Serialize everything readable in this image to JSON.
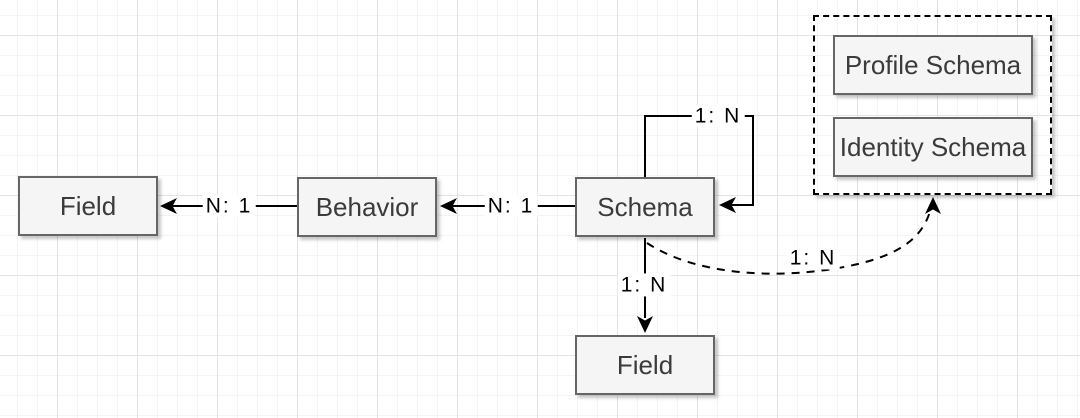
{
  "diagram": {
    "type": "entity-relationship-diagram",
    "nodes": {
      "field_left": {
        "label": "Field"
      },
      "behavior": {
        "label": "Behavior"
      },
      "schema": {
        "label": "Schema"
      },
      "field_bottom": {
        "label": "Field"
      },
      "profile_schema": {
        "label": "Profile Schema"
      },
      "identity_schema": {
        "label": "Identity Schema"
      },
      "schema_group": {
        "label": ""
      }
    },
    "edges": {
      "behavior_to_field": {
        "label": "N: 1",
        "from": "Behavior",
        "to": "Field",
        "style": "solid"
      },
      "schema_to_behavior": {
        "label": "N: 1",
        "from": "Schema",
        "to": "Behavior",
        "style": "solid"
      },
      "schema_self_loop": {
        "label": "1: N",
        "from": "Schema",
        "to": "Schema",
        "style": "solid"
      },
      "schema_to_field": {
        "label": "1: N",
        "from": "Schema",
        "to": "Field",
        "style": "solid"
      },
      "schema_to_group": {
        "label": "1: N",
        "from": "Schema",
        "to": "schema-group",
        "style": "dashed-curve"
      }
    },
    "colors": {
      "node_fill": "#f5f5f5",
      "node_border": "#666666",
      "node_text": "#3b3b3b",
      "edge_stroke": "#000000",
      "group_border": "#000000",
      "grid_minor": "#f4f4f4",
      "grid_major": "#e3e3e3",
      "background": "#ffffff"
    }
  }
}
